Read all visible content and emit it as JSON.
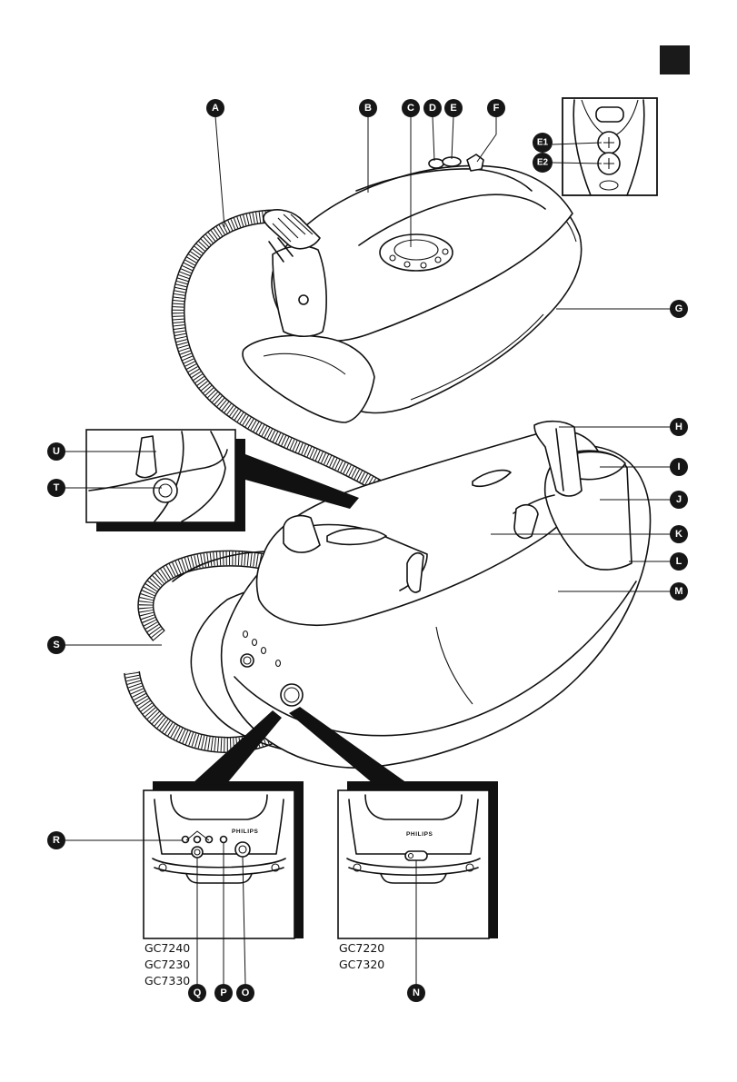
{
  "labels": [
    "A",
    "B",
    "C",
    "D",
    "E",
    "F",
    "G",
    "H",
    "I",
    "J",
    "K",
    "L",
    "M",
    "N",
    "O",
    "P",
    "Q",
    "R",
    "S",
    "T",
    "U",
    "E1",
    "E2"
  ],
  "models_left": [
    "GC7240",
    "GC7230",
    "GC7330"
  ],
  "models_right": [
    "GC7220",
    "GC7320"
  ],
  "brand": "PHILIPS",
  "colors": {
    "ink": "#111111",
    "badge": "#161616",
    "paper": "#ffffff"
  }
}
